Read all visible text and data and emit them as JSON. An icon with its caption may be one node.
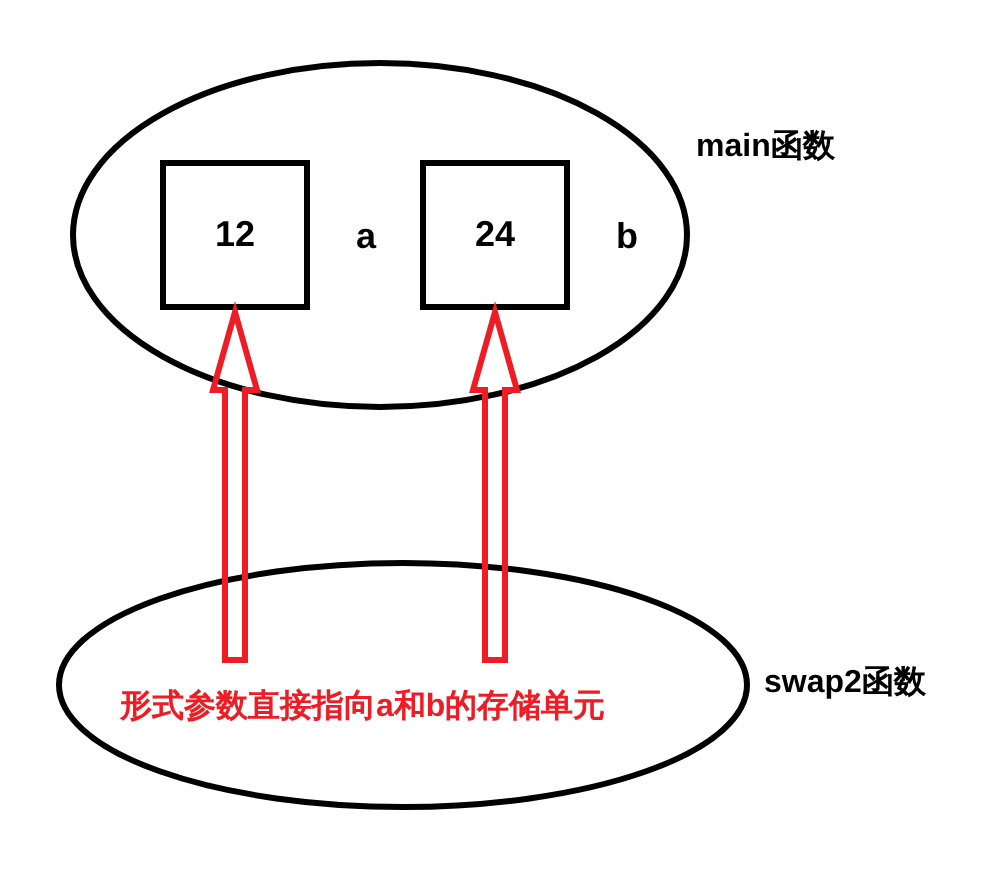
{
  "diagram": {
    "nodes": [
      {
        "text": [
          "main函数"
        ]
      },
      {
        "text": [
          "12"
        ],
        "in": 0,
        "beside": [
          "a"
        ]
      },
      {
        "text": [
          "24"
        ],
        "in": 0,
        "beside": [
          "b"
        ]
      },
      {
        "text": [
          "swap2函数",
          "形式参数直接指向a和b的存储单元"
        ]
      }
    ],
    "edges": [
      {
        "from": 3,
        "to": 1,
        "arrow": "to",
        "style": "thick",
        "color": "#ee1c24"
      },
      {
        "from": 3,
        "to": 2,
        "arrow": "to",
        "style": "thick",
        "color": "#ee1c24"
      }
    ]
  }
}
